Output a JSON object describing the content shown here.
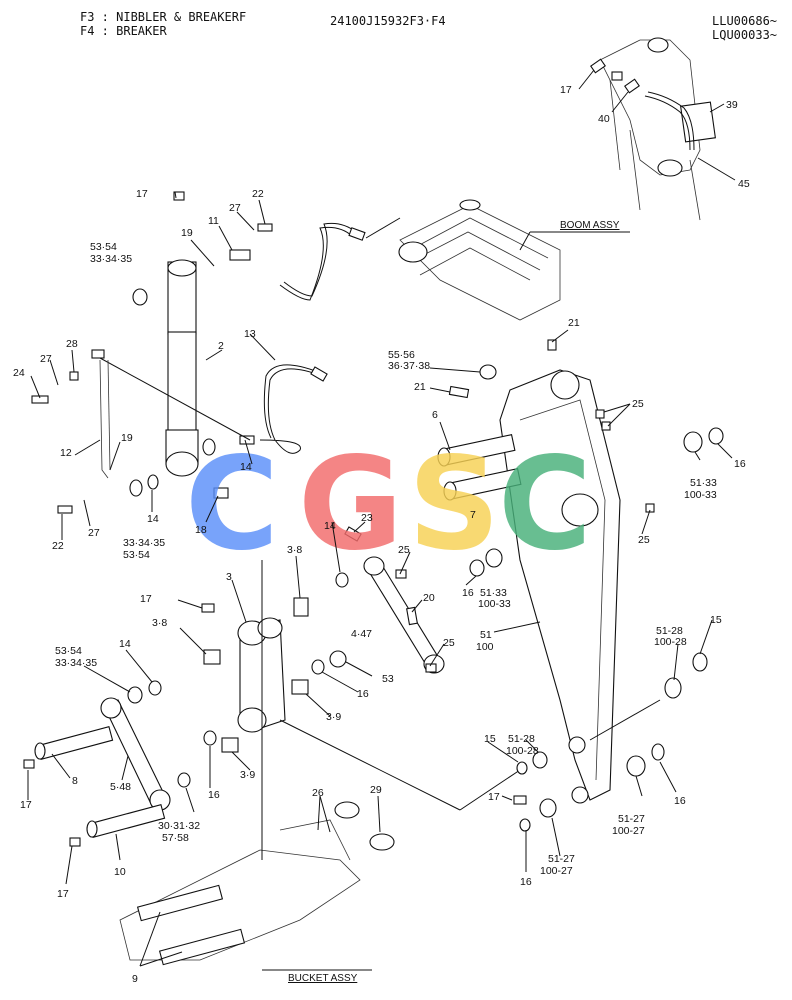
{
  "header": {
    "line1": "F3 : NIBBLER & BREAKERF",
    "line2": "F4 : BREAKER",
    "drawing_no": "24100J15932F3·F4",
    "serial1": "LLU00686~",
    "serial2": "LQU00033~"
  },
  "assy_labels": {
    "boom": "BOOM ASSY",
    "bucket": "BUCKET ASSY"
  },
  "watermark": {
    "letters": [
      "C",
      "G",
      "S",
      "C"
    ],
    "colors": [
      "#5b8ff9",
      "#f26b6b",
      "#f7d154",
      "#47b07a"
    ]
  },
  "callouts": [
    "17",
    "40",
    "39",
    "45",
    "17",
    "27",
    "22",
    "11",
    "19",
    "53·54",
    "33·34·35",
    "13",
    "2",
    "28",
    "27",
    "24",
    "12",
    "19",
    "55·56",
    "36·37·38",
    "21",
    "21",
    "6",
    "25",
    "16",
    "51·33",
    "100-33",
    "14",
    "18",
    "22",
    "27",
    "14",
    "33·34·35",
    "53·54",
    "14",
    "23",
    "7",
    "25",
    "25",
    "16",
    "51·33",
    "100-33",
    "3·8",
    "3",
    "17",
    "3·8",
    "20",
    "4·47",
    "25",
    "51",
    "100",
    "15",
    "51-28",
    "100-28",
    "53·54",
    "33·34·35",
    "14",
    "53",
    "16",
    "3·9",
    "8",
    "17",
    "5·48",
    "16",
    "3·9",
    "51-28",
    "100-28",
    "15",
    "16",
    "30·31·32",
    "57·58",
    "10",
    "17",
    "26",
    "29",
    "17",
    "51-27",
    "100-27",
    "16",
    "51-27",
    "100-27",
    "9"
  ]
}
